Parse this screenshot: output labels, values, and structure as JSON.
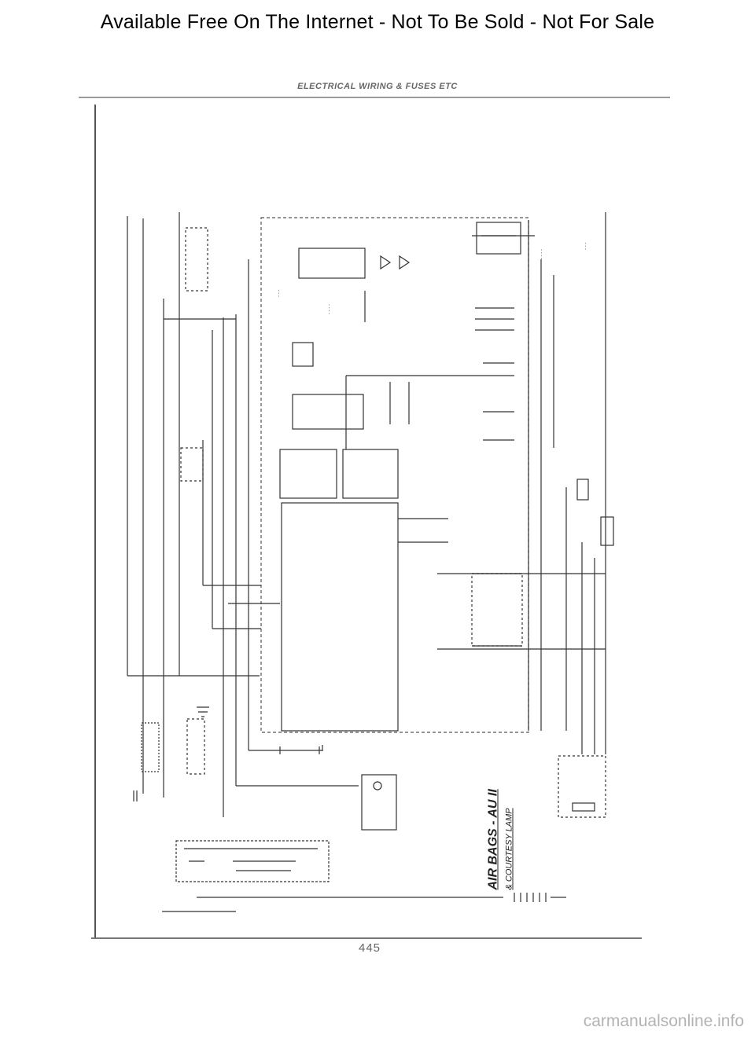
{
  "banner": {
    "text": "Available Free On The Internet - Not To Be Sold - Not For Sale"
  },
  "header": {
    "text": "ELECTRICAL WIRING & FUSES ETC"
  },
  "diagram": {
    "title_line1": "AIR BAGS - AU II",
    "title_line2": "& COURTESY LAMP"
  },
  "page": {
    "number": "445"
  },
  "footer": {
    "text": "carmanualsonline.info"
  }
}
